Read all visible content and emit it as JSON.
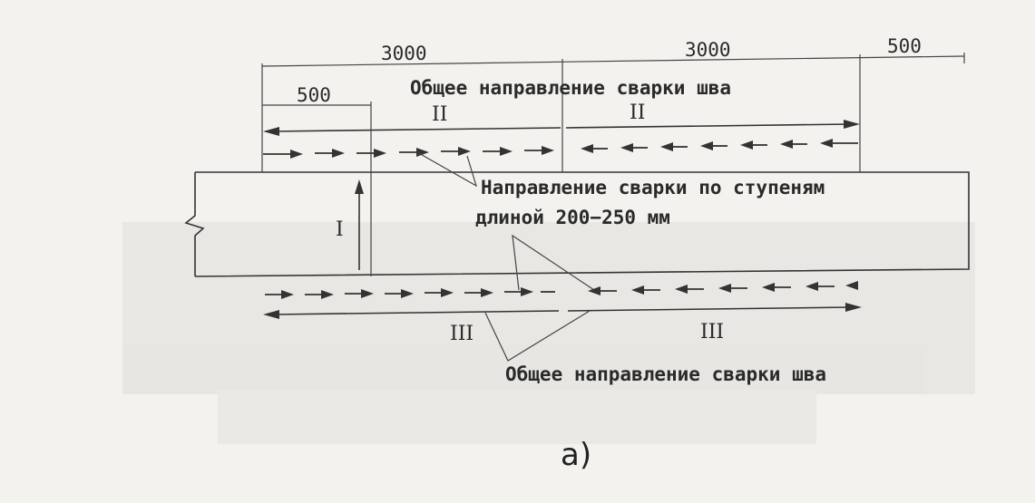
{
  "dimensions": {
    "d1": "3000",
    "d2": "3000",
    "d3": "500",
    "d4": "500"
  },
  "labels": {
    "top_general": "Общее направление сварки шва",
    "step_direction_line1": "Направление сварки по ступеням",
    "step_direction_line2": "длиной 200−250 мм",
    "bottom_general": "Общее направление сварки шва",
    "section_I": "I",
    "section_II_left": "II",
    "section_II_right": "II",
    "section_III_left": "III",
    "section_III_right": "III"
  },
  "caption": "а)"
}
